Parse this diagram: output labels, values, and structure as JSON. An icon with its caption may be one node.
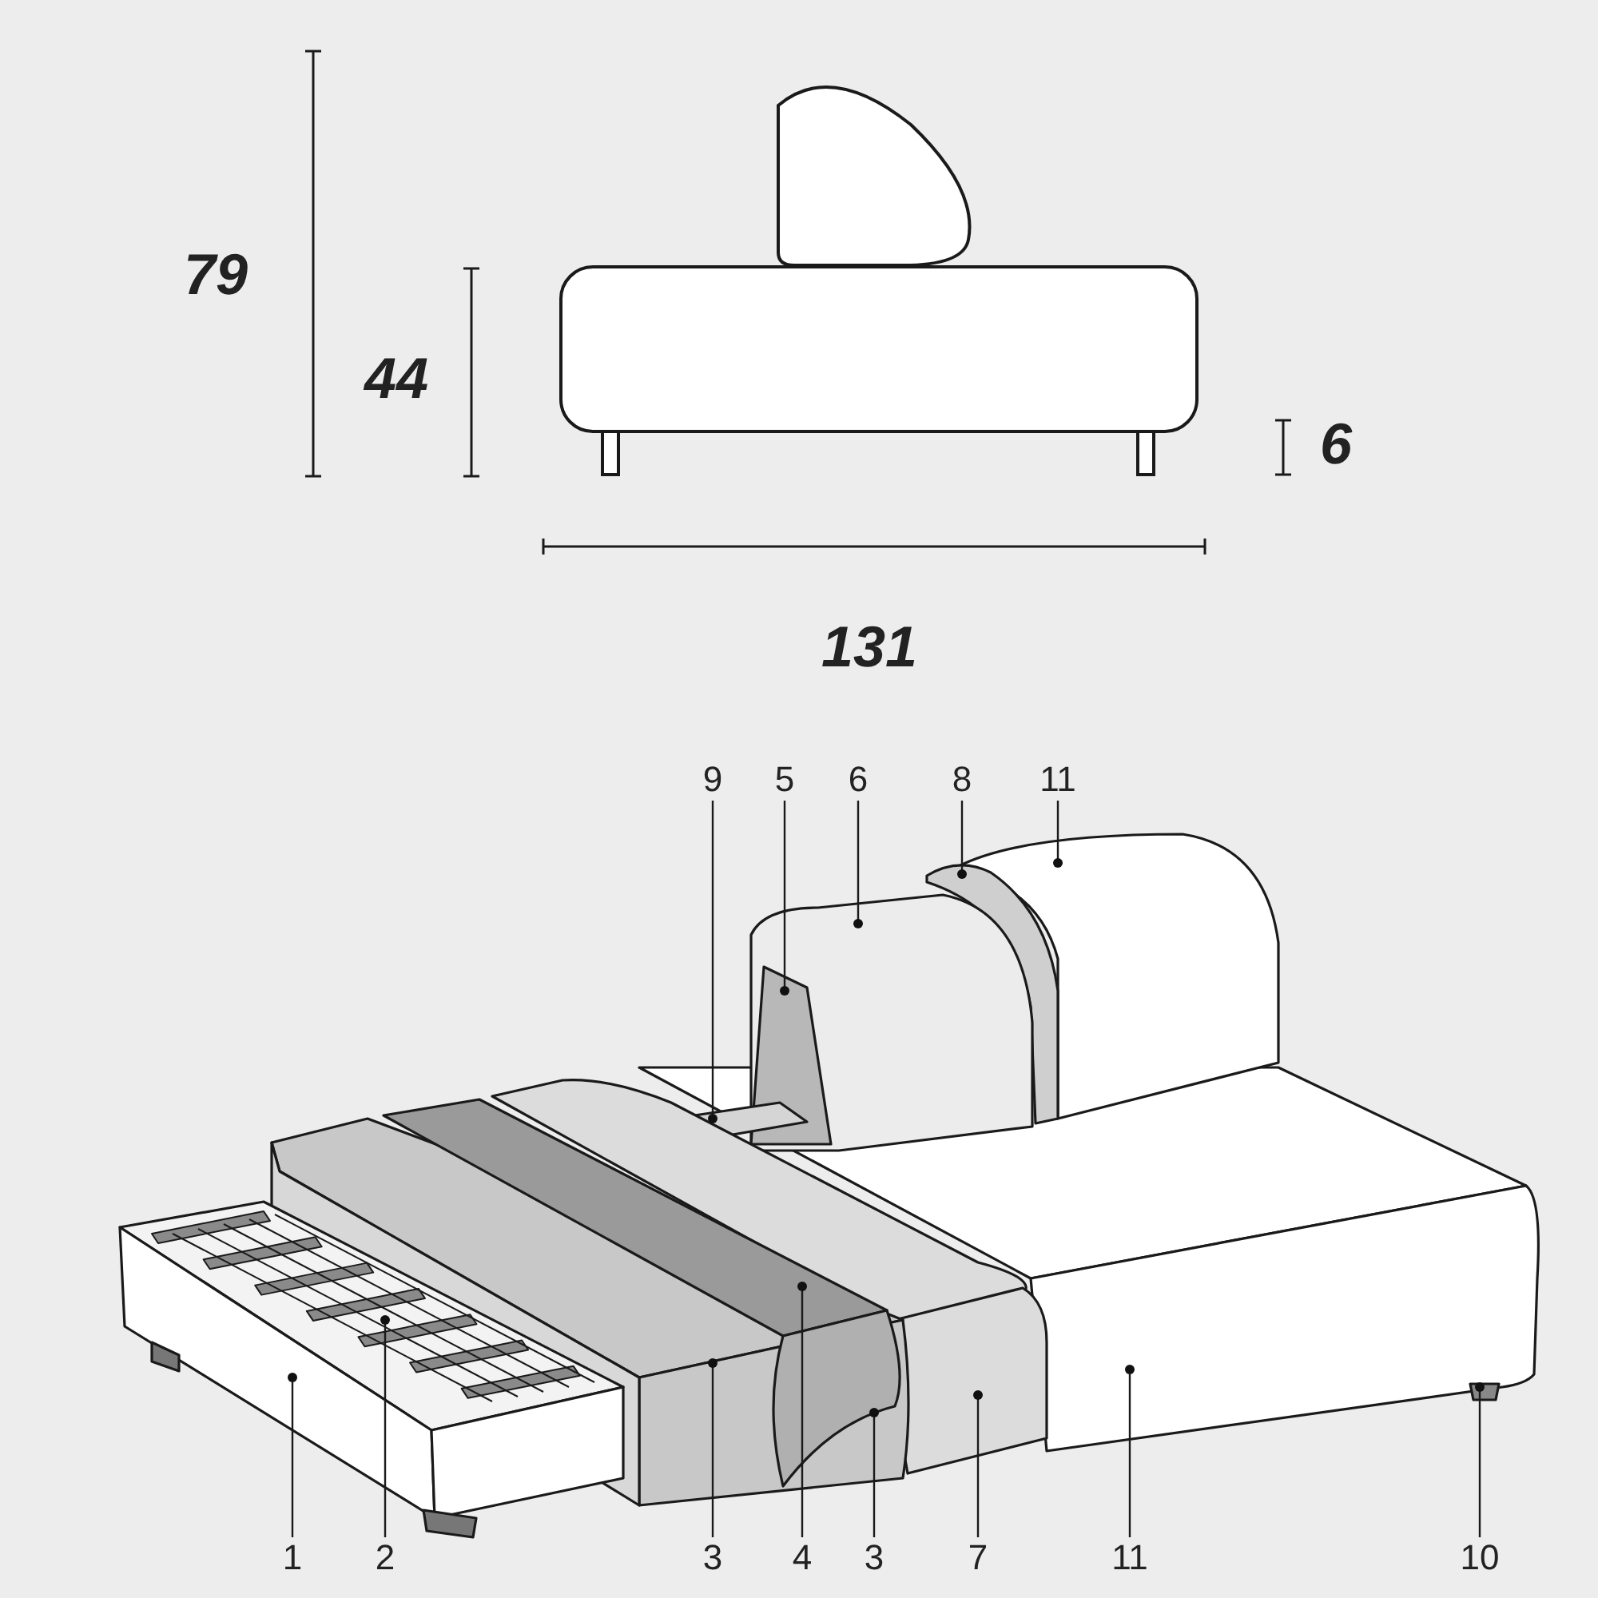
{
  "diagram": {
    "nodes": [
      {
        "text": [
          "9"
        ]
      },
      {
        "text": [
          "5"
        ]
      },
      {
        "text": [
          "6"
        ]
      },
      {
        "text": [
          "8"
        ]
      },
      {
        "text": [
          "11"
        ]
      },
      {
        "text": [
          "1"
        ]
      },
      {
        "text": [
          "2"
        ]
      },
      {
        "text": [
          "3"
        ]
      },
      {
        "text": [
          "4"
        ]
      },
      {
        "text": [
          "3"
        ]
      },
      {
        "text": [
          "7"
        ]
      },
      {
        "text": [
          "11"
        ]
      },
      {
        "text": [
          "10"
        ]
      }
    ],
    "edges": [
      {
        "from": 0,
        "to": null,
        "arrow": "other"
      },
      {
        "from": 1,
        "to": null,
        "arrow": "other"
      },
      {
        "from": 2,
        "to": null,
        "arrow": "other"
      },
      {
        "from": 3,
        "to": null,
        "arrow": "other"
      },
      {
        "from": 4,
        "to": null,
        "arrow": "other"
      },
      {
        "from": 5,
        "to": null,
        "arrow": "other"
      },
      {
        "from": 6,
        "to": null,
        "arrow": "other"
      },
      {
        "from": 7,
        "to": null,
        "arrow": "other"
      },
      {
        "from": 8,
        "to": null,
        "arrow": "other"
      },
      {
        "from": 9,
        "to": null,
        "arrow": "other"
      },
      {
        "from": 10,
        "to": null,
        "arrow": "other"
      },
      {
        "from": 11,
        "to": null,
        "arrow": "other"
      },
      {
        "from": 12,
        "to": null,
        "arrow": "other"
      }
    ],
    "labels": [
      "79",
      "44",
      "6",
      "131"
    ]
  }
}
